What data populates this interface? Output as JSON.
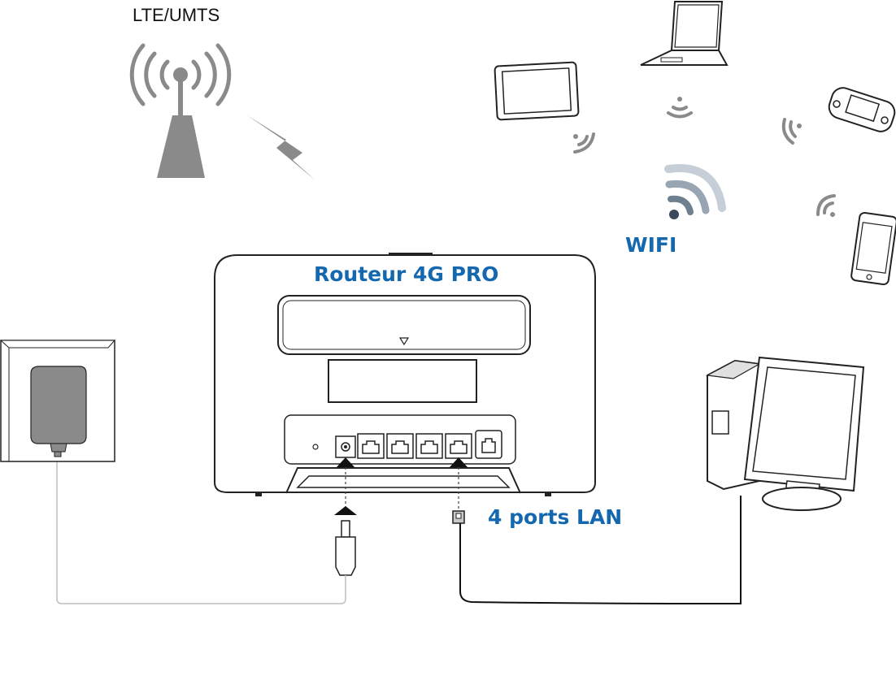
{
  "labels": {
    "network": "LTE/UMTS",
    "router": "Routeur 4G PRO",
    "wifi": "WIFI",
    "lan": "4 ports LAN"
  },
  "colors": {
    "label_blue": "#1468b0",
    "line": "#222222",
    "grey": "#8a8a8a",
    "light_grey": "#bdbdbd"
  },
  "icons": [
    "cell-tower-icon",
    "lightning-icon",
    "tablet-icon",
    "laptop-icon",
    "game-console-icon",
    "smartphone-icon",
    "wifi-icon",
    "power-adapter-icon",
    "desktop-computer-icon",
    "ethernet-plug-icon",
    "power-plug-icon"
  ]
}
